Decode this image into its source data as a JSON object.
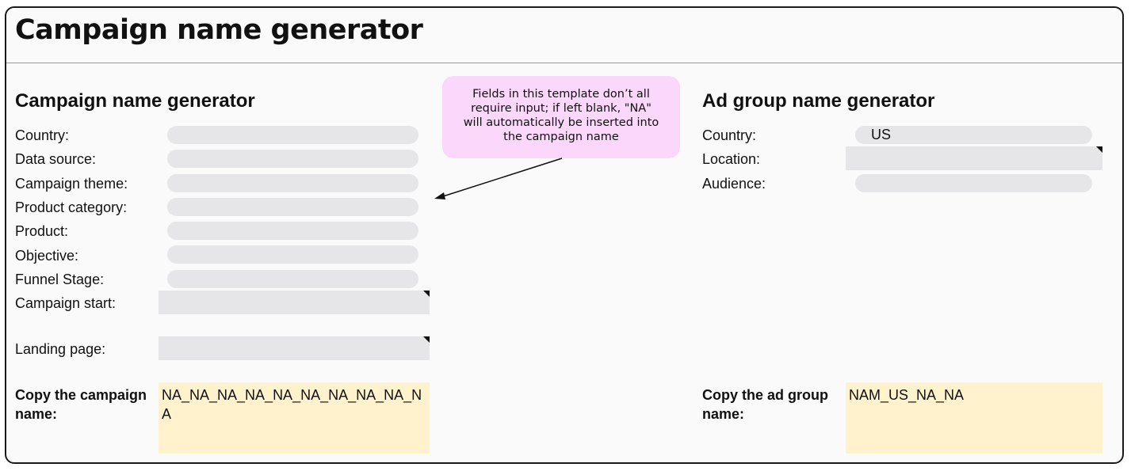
{
  "page": {
    "title": "Campaign name generator"
  },
  "campaign": {
    "heading": "Campaign name generator",
    "fields": [
      {
        "label": "Country:",
        "value": ""
      },
      {
        "label": "Data source:",
        "value": ""
      },
      {
        "label": "Campaign theme:",
        "value": ""
      },
      {
        "label": "Product category:",
        "value": ""
      },
      {
        "label": "Product:",
        "value": ""
      },
      {
        "label": "Objective:",
        "value": ""
      },
      {
        "label": "Funnel Stage:",
        "value": ""
      },
      {
        "label": "Campaign start:",
        "value": ""
      },
      {
        "label": "Landing page:",
        "value": ""
      }
    ],
    "copy_label": "Copy the campaign name:",
    "output": "NA_NA_NA_NA_NA_NA_NA_NA_NA_NA"
  },
  "note": {
    "text": "Fields in this template don’t all require input; if left blank, \"NA\" will automatically be inserted into the campaign name"
  },
  "adgroup": {
    "heading": "Ad group name generator",
    "fields": [
      {
        "label": "Country:",
        "value": "US"
      },
      {
        "label": "Location:",
        "value": ""
      },
      {
        "label": "Audience:",
        "value": ""
      }
    ],
    "copy_label": "Copy the ad group name:",
    "output": "NAM_US_NA_NA"
  },
  "colors": {
    "input_fill": "#e6e6e9",
    "output_fill": "#fff2cc",
    "note_fill": "#fad7fb"
  }
}
